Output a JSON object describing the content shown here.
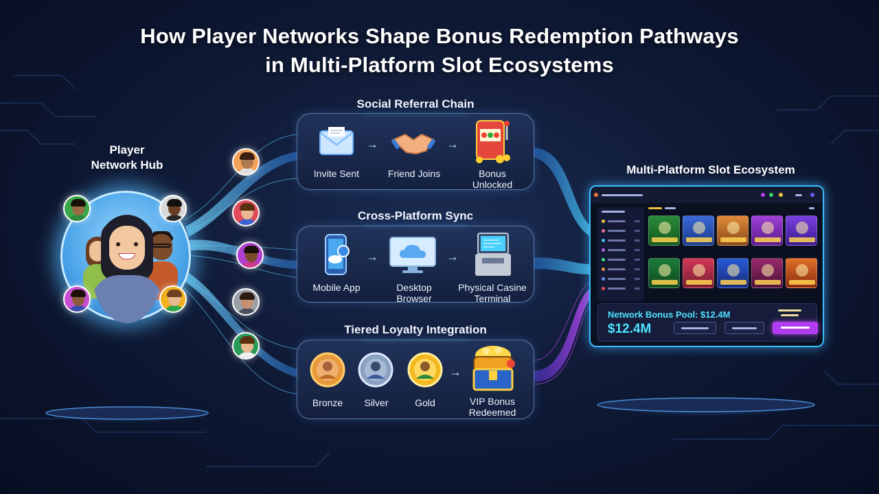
{
  "title_line1": "How Player Networks Shape Bonus Redemption Pathways",
  "title_line2": "in Multi-Platform Slot Ecosystems",
  "hub": {
    "label_line1": "Player",
    "label_line2": "Network Hub"
  },
  "panels": [
    {
      "title": "Social Referral Chain",
      "steps": [
        {
          "line1": "Invite Sent",
          "line2": "",
          "icon": "envelope-icon"
        },
        {
          "line1": "Friend Joins",
          "line2": "",
          "icon": "handshake-icon"
        },
        {
          "line1": "Bonus",
          "line2": "Unlocked",
          "icon": "slot-machine-icon"
        }
      ]
    },
    {
      "title": "Cross-Platform Sync",
      "steps": [
        {
          "line1": "Mobile App",
          "line2": "",
          "icon": "smartphone-icon"
        },
        {
          "line1": "Desktop",
          "line2": "Browser",
          "icon": "desktop-cloud-icon"
        },
        {
          "line1": "Physical Casine",
          "line2": "Terminal",
          "icon": "kiosk-terminal-icon"
        }
      ]
    },
    {
      "title": "Tiered Loyalty Integration",
      "steps": [
        {
          "line1": "Bronze",
          "line2": "",
          "icon": "bronze-badge-icon"
        },
        {
          "line1": "Silver",
          "line2": "",
          "icon": "silver-badge-icon"
        },
        {
          "line1": "Gold",
          "line2": "",
          "icon": "gold-badge-icon"
        },
        {
          "line1": "VIP Bonus",
          "line2": "Redeemed",
          "icon": "treasure-chest-icon"
        }
      ]
    }
  ],
  "ecosystem": {
    "title": "Multi-Platform Slot Ecosystem",
    "pool_label": "Network Bonus Pool: $12.4M",
    "pool_value": "$12.4M"
  },
  "colors": {
    "accent_cyan": "#3fd6ff",
    "accent_purple": "#b23cf0",
    "hub_glow": "#5abeff"
  }
}
